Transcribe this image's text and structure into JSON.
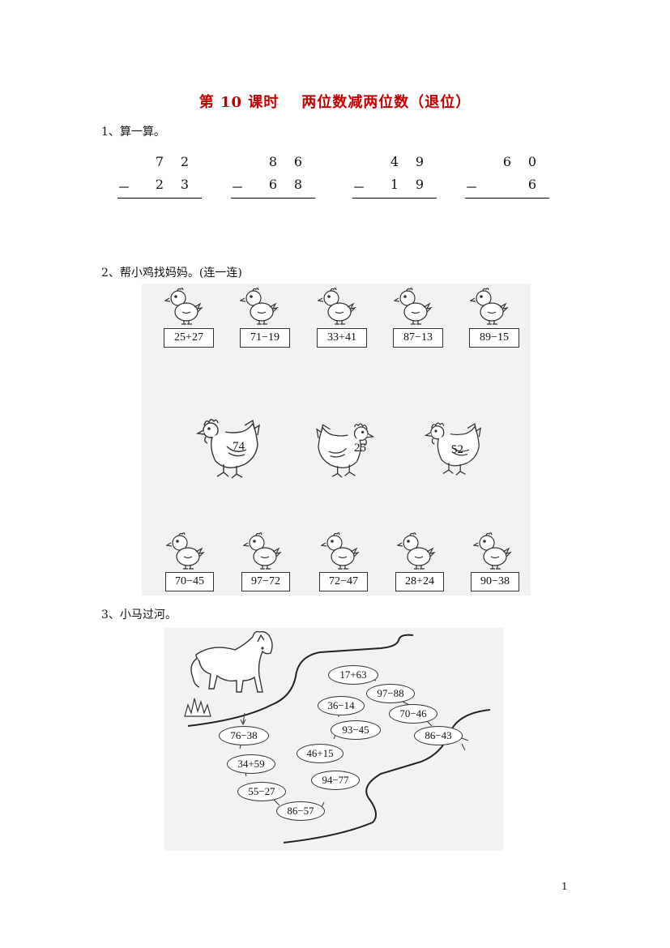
{
  "title": {
    "lesson": "第 10 课时",
    "topic": "两位数减两位数（退位）"
  },
  "q1": {
    "label": "1、算一算。",
    "problems": [
      {
        "top": [
          "7",
          "2"
        ],
        "bottom": [
          "2",
          "3"
        ],
        "op": "－"
      },
      {
        "top": [
          "8",
          "6"
        ],
        "bottom": [
          "6",
          "8"
        ],
        "op": "－"
      },
      {
        "top": [
          "4",
          "9"
        ],
        "bottom": [
          "1",
          "9"
        ],
        "op": "－"
      },
      {
        "top": [
          "6",
          "0"
        ],
        "bottom": [
          "",
          "6"
        ],
        "op": "－"
      }
    ]
  },
  "q2": {
    "label": "2、帮小鸡找妈妈。(连一连)",
    "top_chicks": [
      "25+27",
      "71−19",
      "33+41",
      "87−13",
      "89−15"
    ],
    "hens": [
      "74",
      "25",
      "52"
    ],
    "bottom_chicks": [
      "70−45",
      "97−72",
      "72−47",
      "28+24",
      "90−38"
    ]
  },
  "q3": {
    "label": "3、小马过河。",
    "stones": [
      "17+63",
      "97−88",
      "36−14",
      "70−46",
      "93−45",
      "86−43",
      "76−38",
      "46+15",
      "34+59",
      "94−77",
      "55−27",
      "86−57"
    ]
  },
  "page_number": "1"
}
